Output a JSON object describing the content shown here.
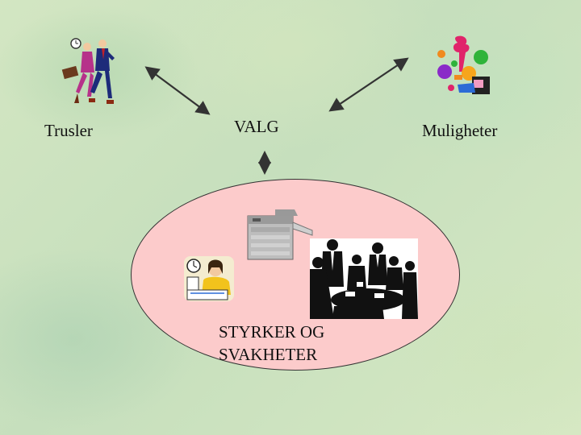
{
  "labels": {
    "threats": "Trusler",
    "choice": "VALG",
    "opportunities": "Muligheter",
    "strengths_line1": "STYRKER OG",
    "strengths_line2": "SVAKHETER"
  },
  "colors": {
    "background": "#cfe3bf",
    "ellipse_fill": "#fccbcb",
    "arrow": "#333333"
  },
  "icons": {
    "threats": "business-people-running-icon",
    "opportunities": "paint-splash-icon",
    "printer": "printer-icon",
    "worker": "office-worker-icon",
    "meeting": "meeting-group-icon"
  }
}
